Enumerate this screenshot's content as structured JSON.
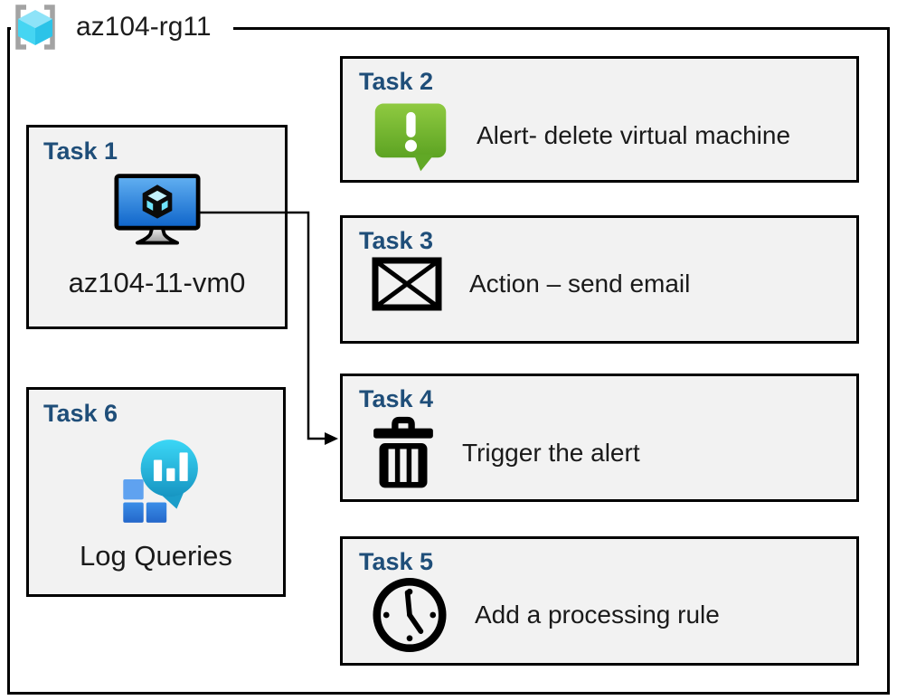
{
  "header": {
    "title": "az104-rg11",
    "icon": "resource-group-icon"
  },
  "tasks": [
    {
      "title": "Task 1",
      "label": "az104-11-vm0",
      "icon": "virtual-machine-icon"
    },
    {
      "title": "Task 2",
      "label": "Alert- delete virtual machine",
      "icon": "alert-message-icon"
    },
    {
      "title": "Task 3",
      "label": "Action – send email",
      "icon": "email-envelope-icon"
    },
    {
      "title": "Task 4",
      "label": "Trigger the alert",
      "icon": "trash-delete-icon"
    },
    {
      "title": "Task 5",
      "label": "Add a processing rule",
      "icon": "clock-schedule-icon"
    },
    {
      "title": "Task 6",
      "label": "Log Queries",
      "icon": "log-analytics-icon"
    }
  ],
  "connector": {
    "from": "Task 1",
    "to": "Task 4"
  },
  "colors": {
    "task-title": "#1f4e79",
    "box-fill": "#f2f2f2",
    "box-border": "#000000",
    "label-text": "#1a1a1a",
    "alert-green": "#6fb52d",
    "vm-screen-blue": "#2a7de1",
    "log-bubble-teal": "#29c3e8",
    "log-square-blue": "#2f7fd8",
    "rg-cube-cyan": "#45d5f2",
    "bracket-gray": "#a3a3a3"
  }
}
